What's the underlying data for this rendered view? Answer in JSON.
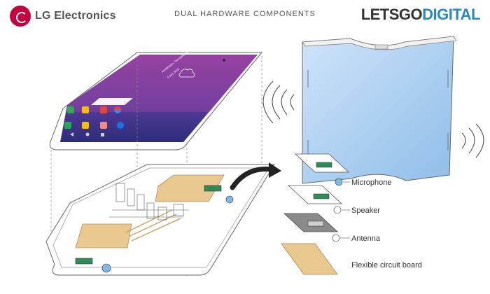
{
  "header": {
    "brand_left": "LG Electronics",
    "title": "DUAL HARDWARE COMPONENTS",
    "brand_right_a": "LETSGO",
    "brand_right_b": "DIGITAL"
  },
  "phone_screen": {
    "line1": "Amstelveen, The Netherlands",
    "line2": "4 July 2018"
  },
  "components": [
    {
      "label": "Microphone"
    },
    {
      "label": "Speaker"
    },
    {
      "label": "Antenna"
    },
    {
      "label": "Flexible circuit board"
    }
  ],
  "colors": {
    "lg_red": "#c4003d",
    "letsgo_blue": "#2a89b8",
    "board_fill": "#e9c98f",
    "screen_purple": "#6a3d9a",
    "flex_blue": "#a9cdf1"
  }
}
